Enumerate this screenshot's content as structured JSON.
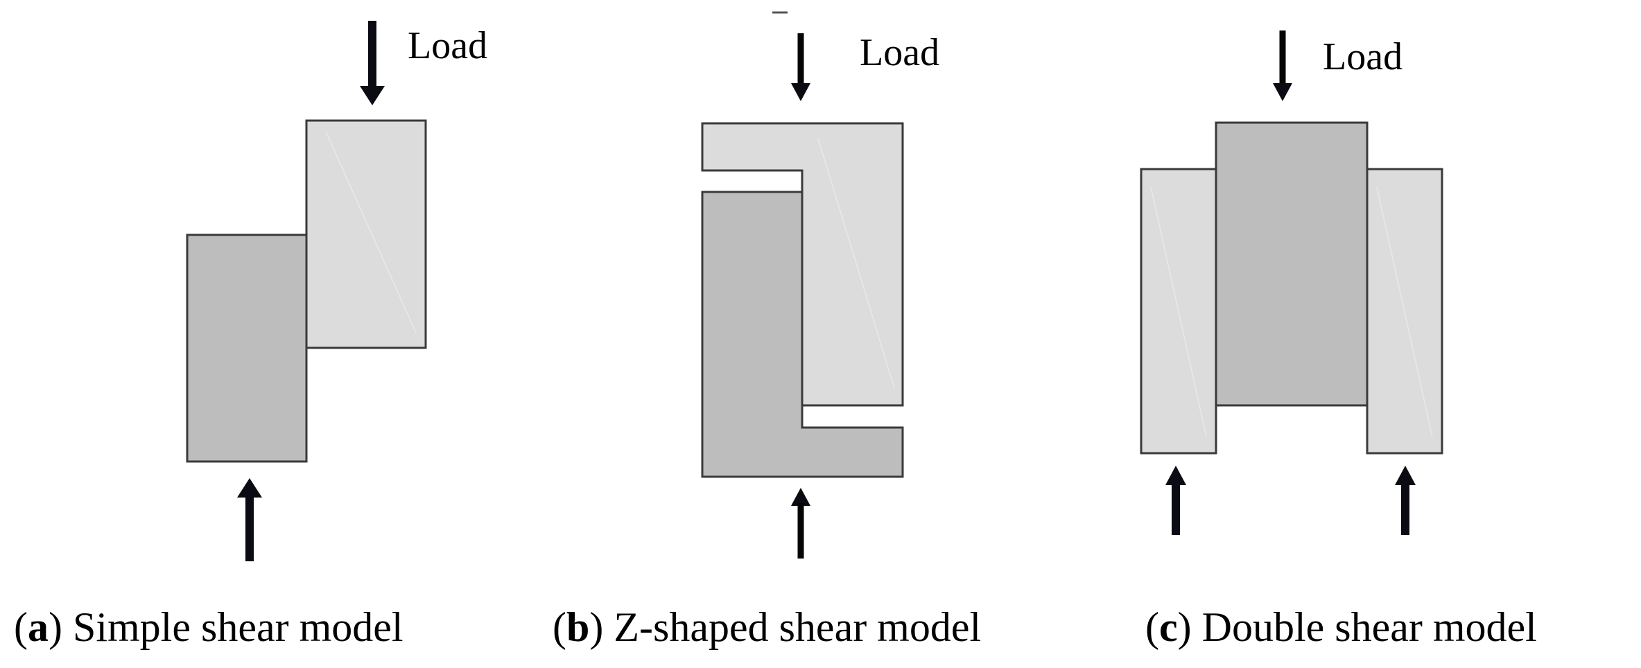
{
  "panels": [
    {
      "id": "a",
      "load_label": "Load",
      "caption_open": "(",
      "caption_letter": "a",
      "caption_close": ") ",
      "caption_text": "Simple shear model"
    },
    {
      "id": "b",
      "load_label": "Load",
      "caption_open": "(",
      "caption_letter": "b",
      "caption_close": ") ",
      "caption_text": "Z-shaped shear model"
    },
    {
      "id": "c",
      "load_label": "Load",
      "caption_open": "(",
      "caption_letter": "c",
      "caption_close": ") ",
      "caption_text": "Double shear model"
    }
  ],
  "colors": {
    "light_block": "#dcdcdc",
    "dark_block": "#bdbdbd",
    "outline": "#3a3a3a",
    "arrow": "#0b0b14"
  }
}
